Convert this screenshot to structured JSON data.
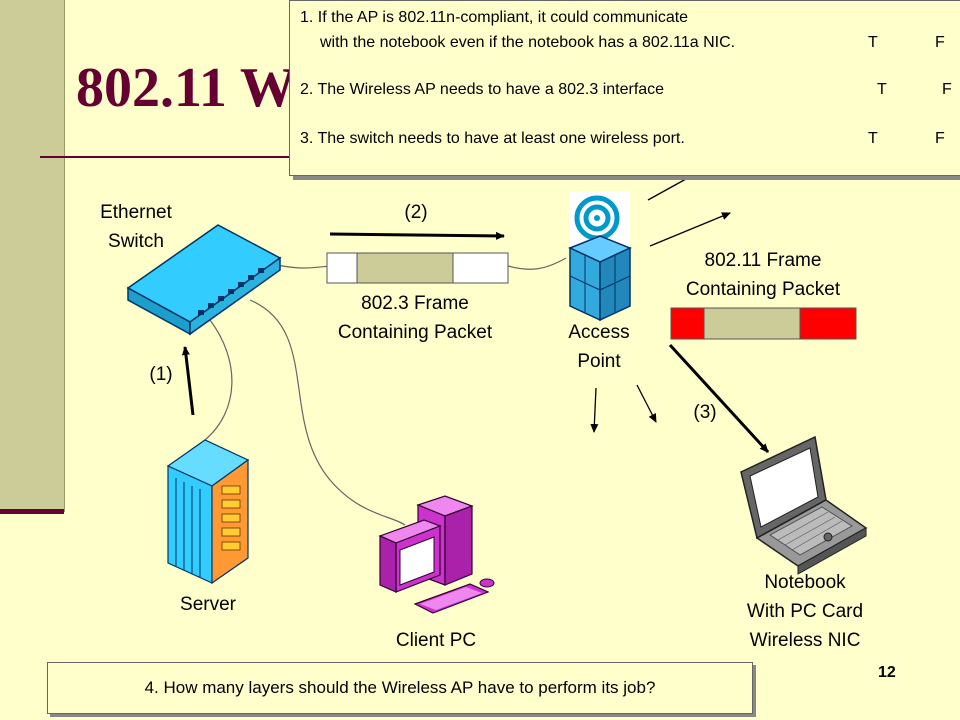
{
  "slide": {
    "title": "802.11 W",
    "number": "12"
  },
  "labels": {
    "switch_line1": "Ethernet",
    "switch_line2": "Switch",
    "step2": "(2)",
    "step1": "(1)",
    "step3": "(3)",
    "frame8023_line1": "802.3 Frame",
    "frame8023_line2": "Containing Packet",
    "ap_line1": "Access",
    "ap_line2": "Point",
    "frame80211_line1": "802.11 Frame",
    "frame80211_line2": "Containing Packet",
    "server": "Server",
    "client": "Client PC",
    "notebook_line1": "Notebook",
    "notebook_line2": "With PC Card",
    "notebook_line3": "Wireless NIC"
  },
  "quiz": {
    "q1_line1": "1. If the AP is 802.11n-compliant, it could communicate",
    "q1_line2": "with the notebook even if the notebook has a 802.11a NIC.",
    "q2": "2. The Wireless AP needs to have a 802.3 interface",
    "q3": "3. The switch needs to have at least one wireless port.",
    "true_label": "T",
    "false_label": "F",
    "q4": "4. How many layers should the Wireless AP have to perform its job?"
  },
  "colors": {
    "title": "#660033",
    "background": "#ffffcc",
    "frame_payload": "#cccc99",
    "frame80211_header": "#ff0000",
    "device_cyan": "#33ccff",
    "device_magenta": "#cc33cc"
  }
}
